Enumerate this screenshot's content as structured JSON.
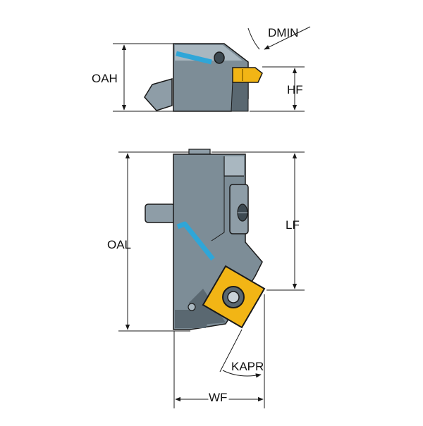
{
  "labels": {
    "dmin": "DMIN",
    "oah": "OAH",
    "hf": "HF",
    "oal": "OAL",
    "lf": "LF",
    "kapr": "KAPR",
    "wf": "WF"
  },
  "colors": {
    "body": "#7d8d97",
    "body_light": "#a9b7c0",
    "body_dark": "#5a6871",
    "insert": "#f2b515",
    "insert_dark": "#a87a00",
    "coolant": "#2fa6d8",
    "line": "#1a1a1a"
  }
}
